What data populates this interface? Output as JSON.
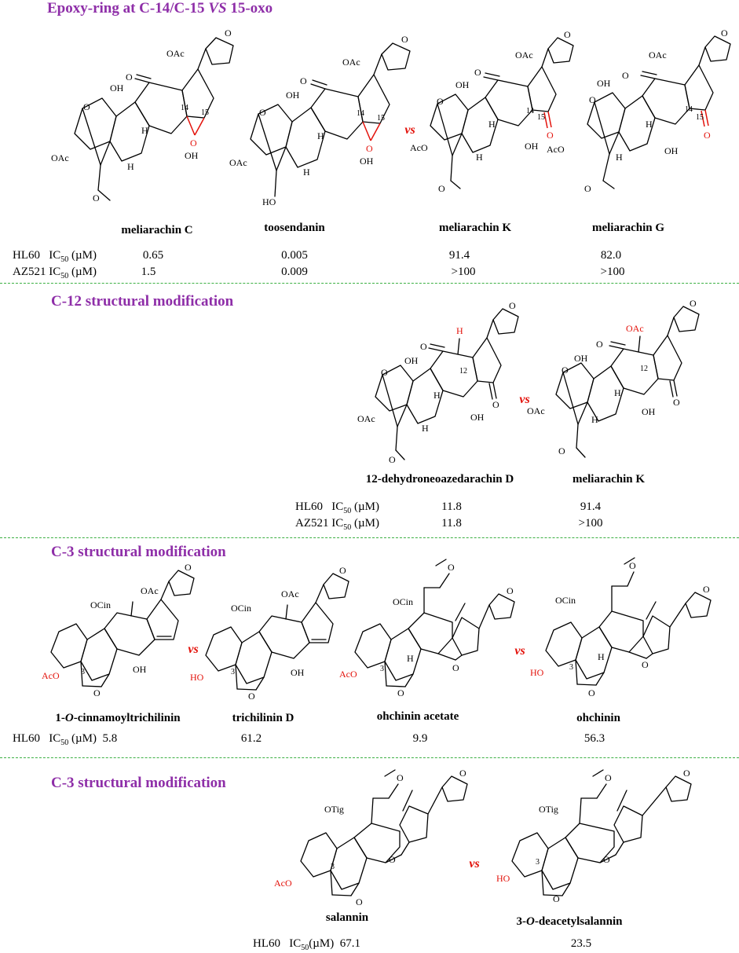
{
  "colors": {
    "title": "#8e2ea8",
    "highlight": "#e3120b",
    "divider": "#3cb043"
  },
  "vs_label": "vs",
  "ic50_unit": "(µM)",
  "sections": [
    {
      "title_parts": [
        "Epoxy-ring at C-14/C-15 ",
        "VS",
        " 15-oxo"
      ],
      "compounds": [
        "meliarachin C",
        "toosendanin",
        "meliarachin K",
        "meliarachin G"
      ],
      "rows": [
        {
          "cell": "HL60",
          "values": [
            "0.65",
            "0.005",
            "91.4",
            "82.0"
          ]
        },
        {
          "cell": "AZ521",
          "values": [
            "1.5",
            "0.009",
            ">100",
            ">100"
          ]
        }
      ]
    },
    {
      "title": "C-12 structural modification",
      "compounds": [
        "12-dehydroneoazedarachin D",
        "meliarachin K"
      ],
      "rows": [
        {
          "cell": "HL60",
          "values": [
            "11.8",
            "91.4"
          ]
        },
        {
          "cell": "AZ521",
          "values": [
            "11.8",
            ">100"
          ]
        }
      ]
    },
    {
      "title": "C-3 structural modification",
      "compounds": [
        {
          "pre": "1-",
          "ital": "O",
          "post": "-cinnamoyltrichilinin"
        },
        "trichilinin D",
        "ohchinin acetate",
        "ohchinin"
      ],
      "rows": [
        {
          "cell": "HL60",
          "values": [
            "5.8",
            "61.2",
            "9.9",
            "56.3"
          ]
        }
      ]
    },
    {
      "title": "C-3 structural modification",
      "compounds": [
        "salannin",
        {
          "pre": "3-",
          "ital": "O",
          "post": "-deacetylsalannin"
        }
      ],
      "rows": [
        {
          "cell": "HL60",
          "values": [
            "67.1",
            "23.5"
          ]
        }
      ]
    }
  ],
  "structure_labels": {
    "oac": "OAc",
    "oh": "OH",
    "ho": "HO",
    "aco": "AcO",
    "o": "O",
    "h": "H",
    "ocin": "OCin",
    "otig": "OTig",
    "n14": "14",
    "n15": "15",
    "n12": "12",
    "n3": "3"
  }
}
